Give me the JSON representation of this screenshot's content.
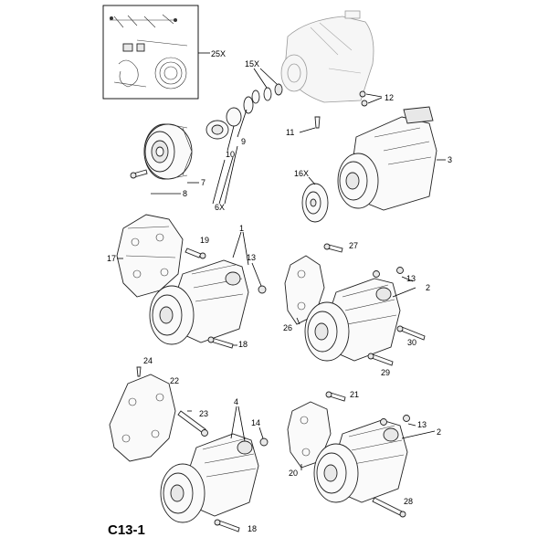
{
  "diagram_code": "C13-1",
  "callouts": {
    "c25x": "25X",
    "c15x": "15X",
    "c12": "12",
    "c11": "11",
    "c9": "9",
    "c10": "10",
    "c7": "7",
    "c8": "8",
    "c6x": "6X",
    "c3": "3",
    "c16x": "16X",
    "c1": "1",
    "c19": "19",
    "c13a": "13",
    "c17": "17",
    "c18a": "18",
    "c27": "27",
    "c13b": "13",
    "c2a": "2",
    "c26": "26",
    "c30": "30",
    "c29": "29",
    "c24": "24",
    "c22": "22",
    "c23": "23",
    "c4": "4",
    "c14": "14",
    "c18b": "18",
    "c21": "21",
    "c13c": "13",
    "c2b": "2",
    "c20": "20",
    "c28": "28"
  }
}
